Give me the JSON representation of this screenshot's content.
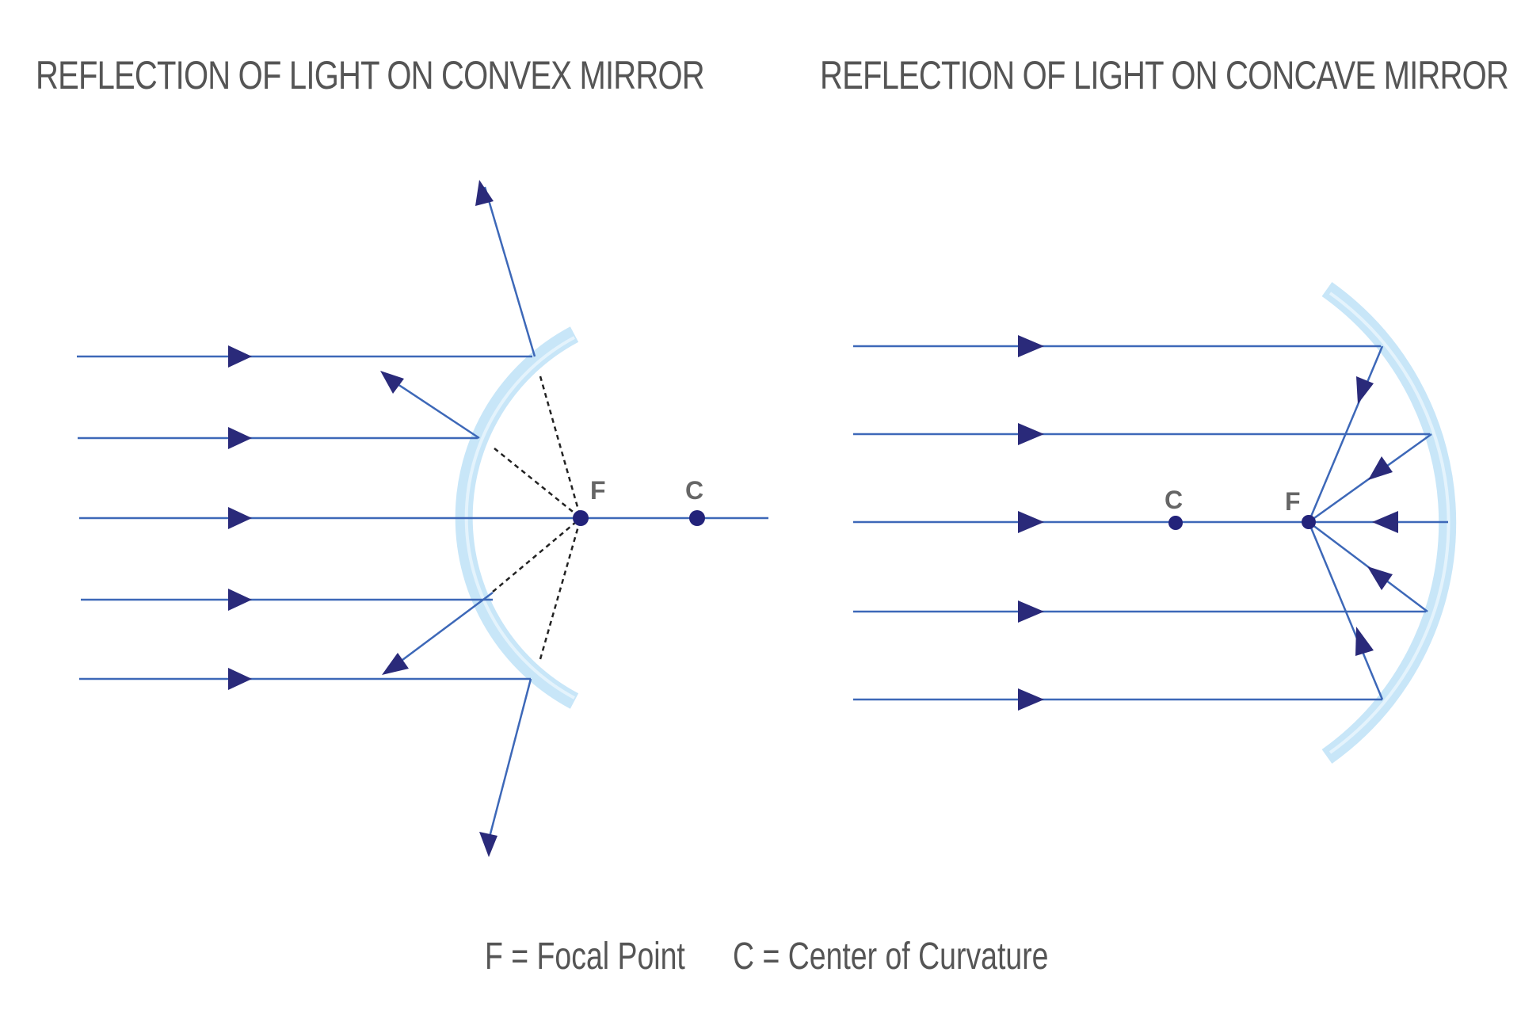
{
  "titles": {
    "convex": "REFLECTION OF LIGHT ON CONVEX MIRROR",
    "concave": "REFLECTION OF LIGHT ON CONCAVE MIRROR"
  },
  "convex": {
    "focal_label": "F",
    "center_label": "C"
  },
  "concave": {
    "center_label": "C",
    "focal_label": "F"
  },
  "legend": {
    "focal": "F = Focal Point",
    "center": "C = Center of Curvature"
  },
  "colors": {
    "ray": "#3d68b8",
    "arrowhead": "#2a2a7a",
    "mirror": "#c8e6f8",
    "mirror_edge": "#a8d4f2",
    "point": "#23237a",
    "label": "#666666",
    "text": "#555555",
    "guide": "#222222"
  }
}
